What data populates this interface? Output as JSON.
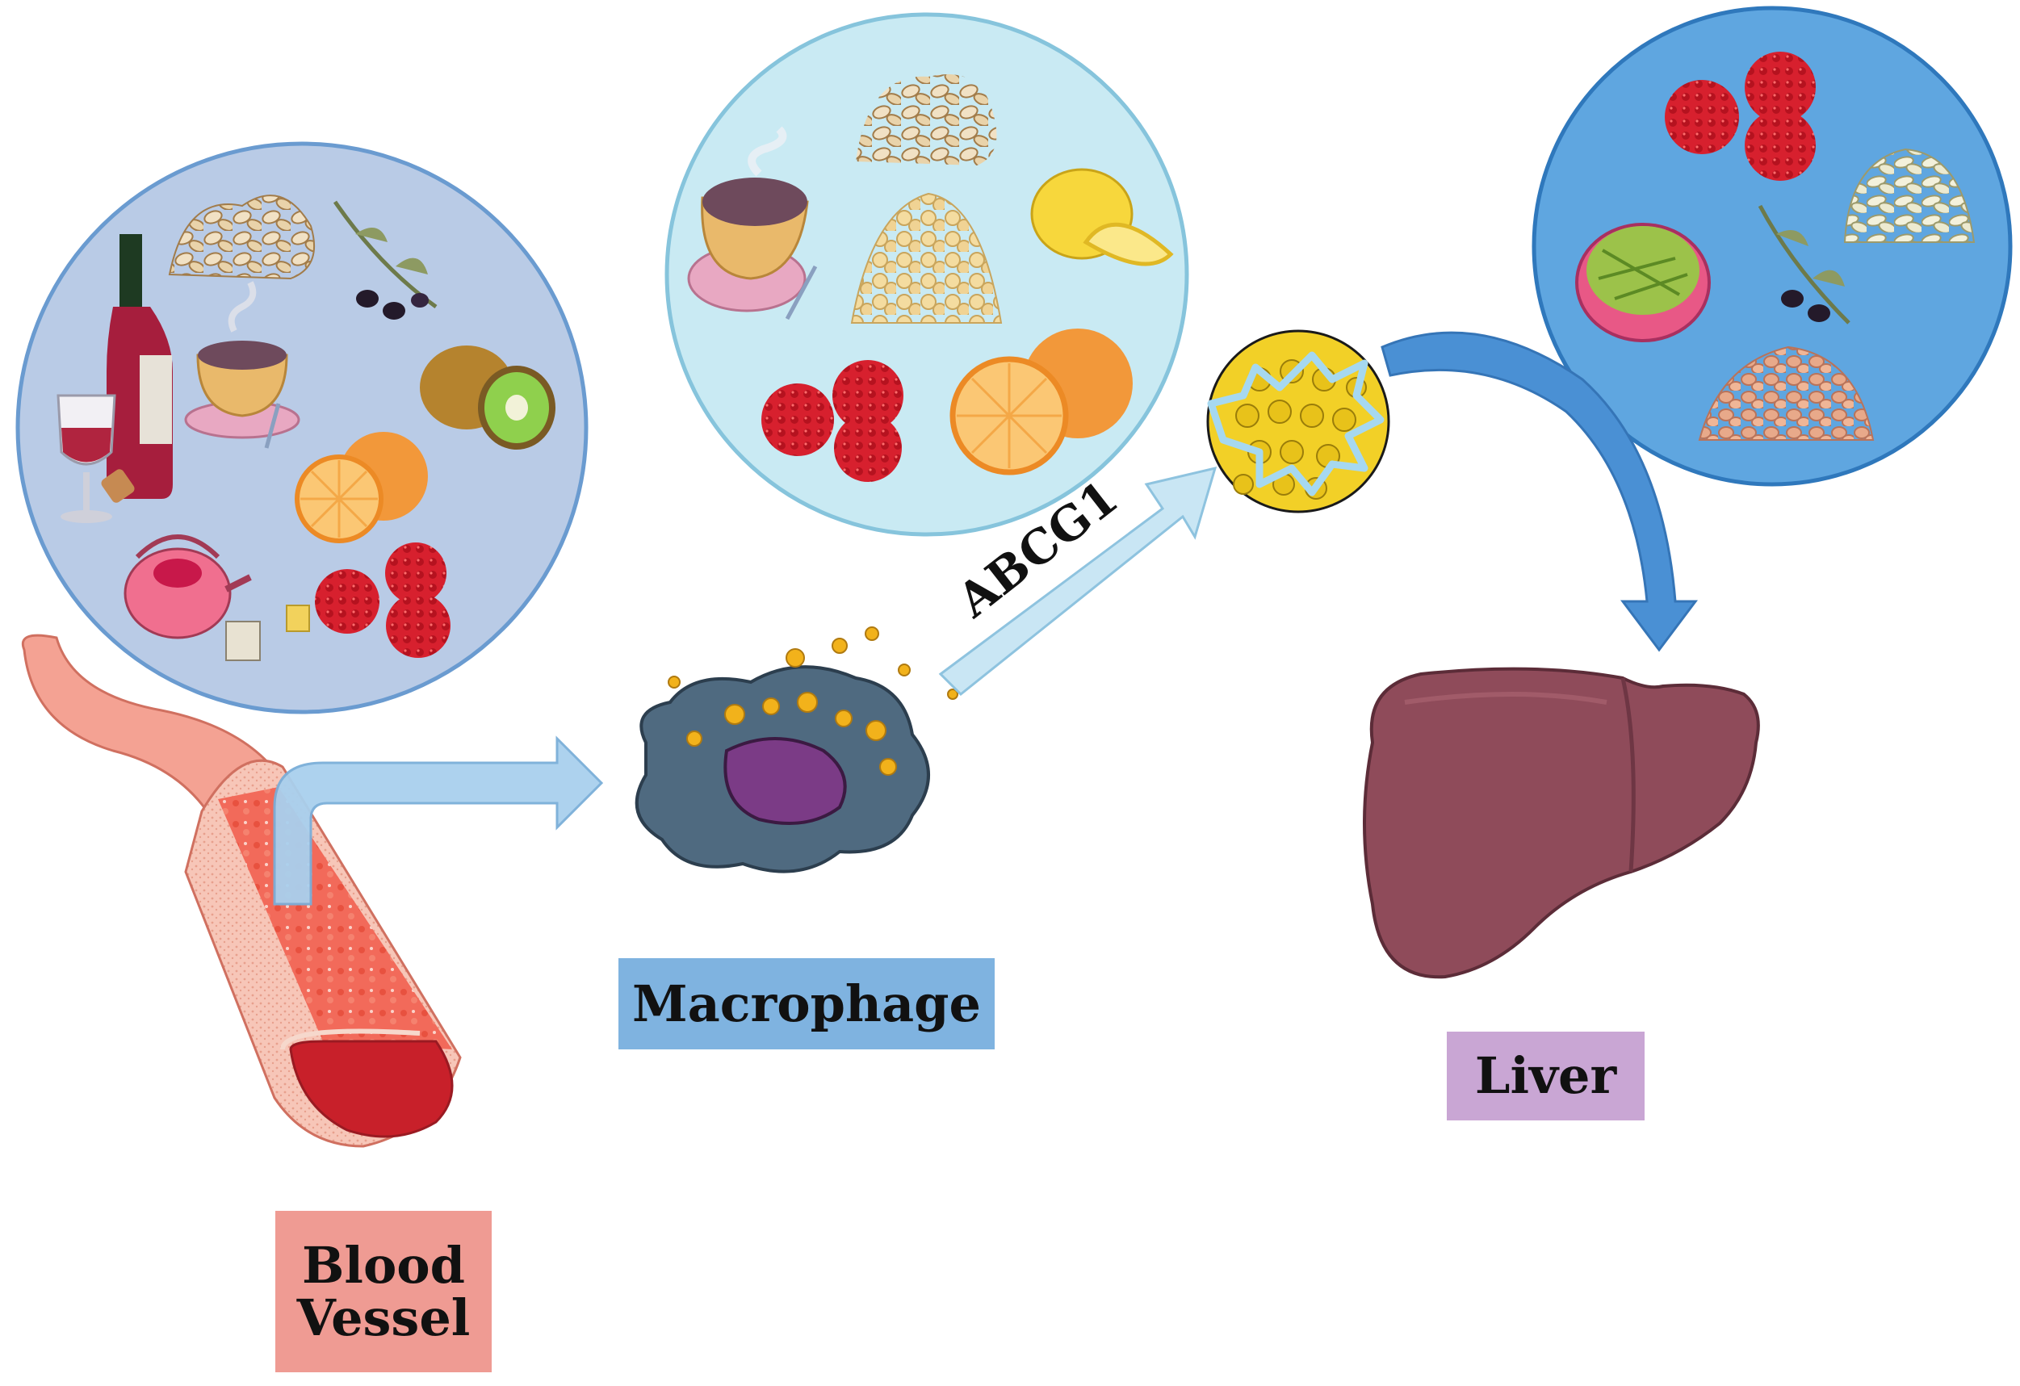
{
  "labels": {
    "macrophage": "Macrophage",
    "liver": "Liver",
    "blood_vessel_line1": "Blood",
    "blood_vessel_line2": "Vessel",
    "transporter": "ABCG1"
  },
  "colors": {
    "macrophage_box": "#7fb3e0",
    "liver_box": "#c9a6d4",
    "blood_vessel_box": "#ef9b93",
    "left_circle": "#b9cbe6",
    "middle_circle": "#c9eaf3",
    "right_circle": "#5fa6e0",
    "arrow_light": "#a9d0ee",
    "arrow_blue": "#4a90d4",
    "liver": "#8f4b5a",
    "macrophage_body": "#4f6a80",
    "macrophage_nucleus": "#7b3b86",
    "lipid": "#f2b21b"
  },
  "icons": [
    "wine-bottle-icon",
    "wine-glass-icon",
    "nuts-icon",
    "olive-branch-icon",
    "tea-cup-icon",
    "kiwi-icon",
    "orange-icon",
    "teapot-icon",
    "raspberry-icon",
    "lemon-icon",
    "chickpeas-icon",
    "beans-icon",
    "green-beans-bowl-icon",
    "lentils-icon",
    "hdl-particle-icon",
    "macrophage-icon",
    "liver-icon",
    "blood-vessel-icon"
  ]
}
